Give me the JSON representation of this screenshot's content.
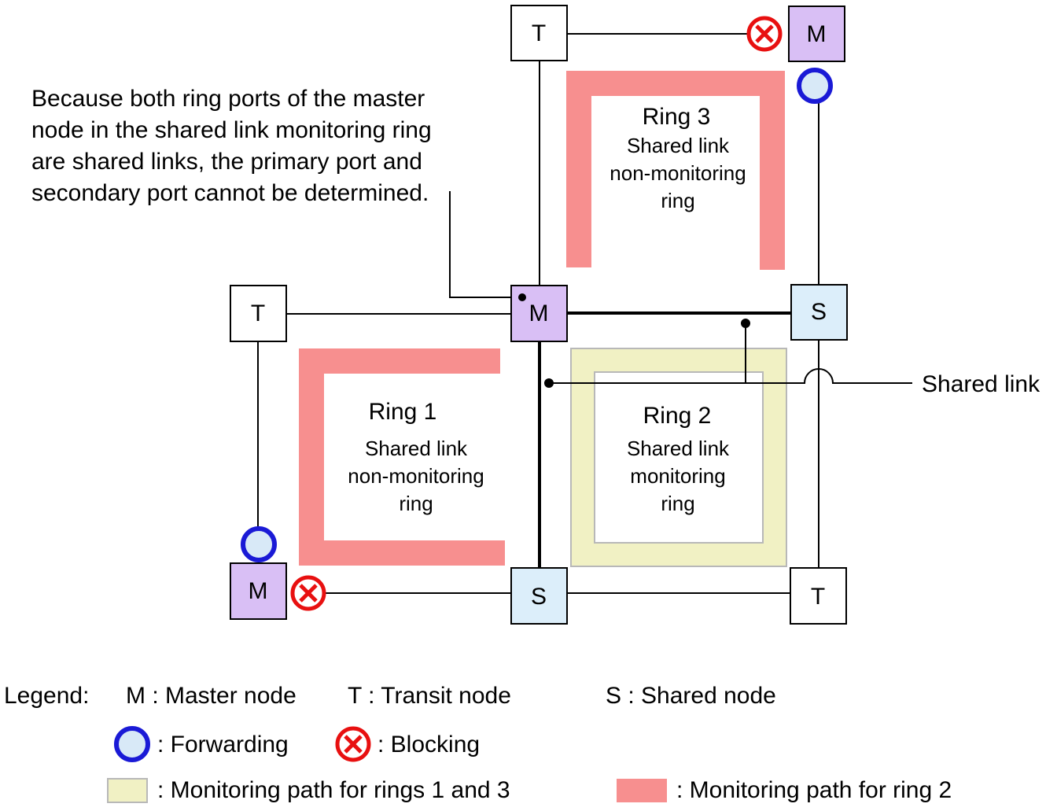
{
  "note": {
    "lines": [
      "Because both ring ports of the master",
      "node in the shared link monitoring ring",
      "are shared links, the primary port and",
      "secondary port cannot be determined."
    ]
  },
  "shared_link_label": "Shared link",
  "nodes": {
    "top_left_t": "T",
    "top_right_m": "M",
    "center_m": "M",
    "left_t": "T",
    "right_s": "S",
    "bottom_left_m": "M",
    "bottom_s": "S",
    "bottom_right_t": "T"
  },
  "rings": {
    "ring1": {
      "title": "Ring 1",
      "lines": [
        "Shared link",
        "non-monitoring",
        "ring"
      ]
    },
    "ring2": {
      "title": "Ring 2",
      "lines": [
        "Shared link",
        "monitoring",
        "ring"
      ]
    },
    "ring3": {
      "title": "Ring 3",
      "lines": [
        "Shared link",
        "non-monitoring",
        "ring"
      ]
    }
  },
  "legend": {
    "prefix": "Legend:",
    "master": "M : Master node",
    "transit": "T  : Transit node",
    "shared": "S  : Shared node",
    "forwarding": ": Forwarding",
    "blocking": ": Blocking",
    "yellow_path": ": Monitoring path for rings 1 and 3",
    "red_path": ": Monitoring path for ring 2"
  },
  "colors": {
    "master_fill": "#d9bff5",
    "shared_fill": "#dceefa",
    "transit_fill": "#ffffff",
    "path_red": "#f78f8f",
    "path_yellow": "#f1f1c4",
    "forwarding_ring": "#1a1ad6",
    "forwarding_fill": "#d8e9f7",
    "blocking_red": "#e81010"
  }
}
